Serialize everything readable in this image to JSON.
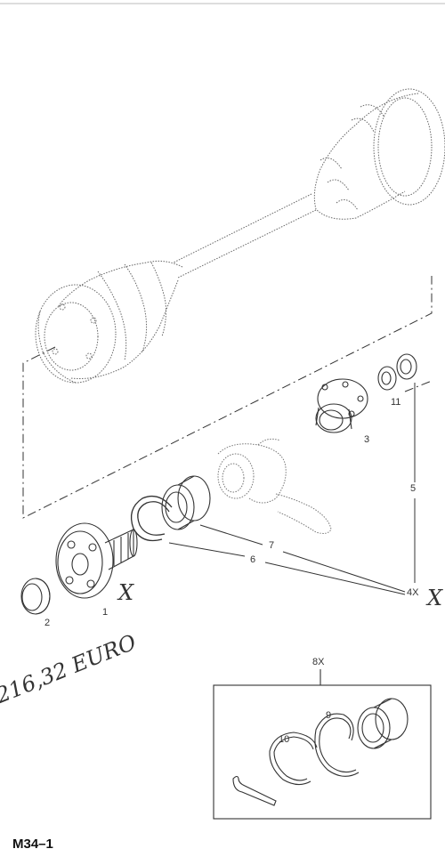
{
  "callouts": {
    "c1": "1",
    "c2": "2",
    "c3": "3",
    "c5": "5",
    "c6": "6",
    "c7": "7",
    "c9": "9",
    "c10": "10",
    "c11": "11",
    "c4x": "4X",
    "c8x": "8X"
  },
  "handwriting": {
    "price": "216,32 EURO",
    "mark_hub": "X",
    "mark_4x": "X"
  },
  "footer": {
    "page_code": "M34–1"
  }
}
